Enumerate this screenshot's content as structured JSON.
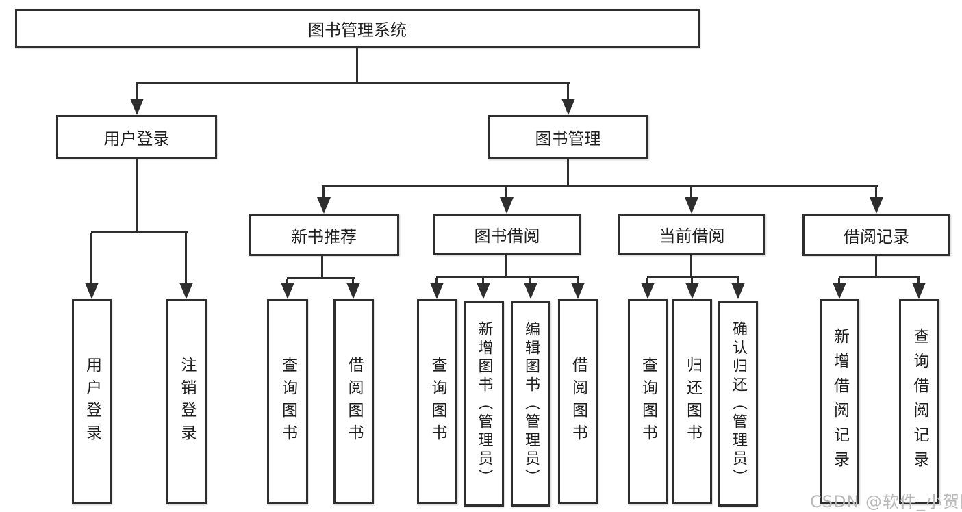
{
  "diagram": {
    "root": {
      "label": "图书管理系统"
    },
    "branches": [
      {
        "label": "用户登录",
        "children": [
          "用户登录",
          "注销登录"
        ]
      },
      {
        "label": "图书管理",
        "sections": [
          {
            "label": "新书推荐",
            "children": [
              "查询图书",
              "借阅图书"
            ]
          },
          {
            "label": "图书借阅",
            "children": [
              "查询图书",
              "新增图书（管理员）",
              "编辑图书（管理员）",
              "借阅图书"
            ]
          },
          {
            "label": "当前借阅",
            "children": [
              "查询图书",
              "归还图书",
              "确认归还（管理员）"
            ]
          },
          {
            "label": "借阅记录",
            "children": [
              "新增借阅记录",
              "查询借阅记录"
            ]
          }
        ]
      }
    ]
  },
  "watermark": {
    "text": "CSDN @软件_小贺同学"
  },
  "colors": {
    "line": "#2e2e2e",
    "text": "#1e1e1e",
    "background": "#ffffff",
    "watermark": "#b9b9b9"
  }
}
